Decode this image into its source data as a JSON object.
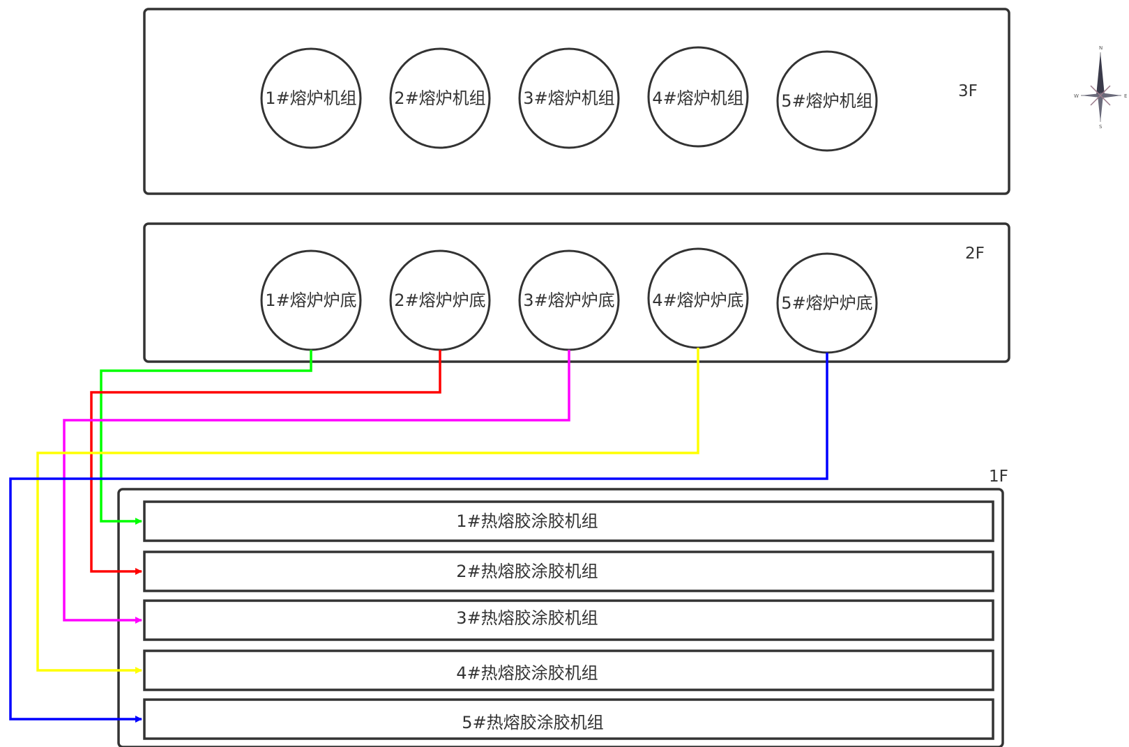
{
  "floors": {
    "f3": {
      "label": "3F",
      "units": [
        "1#熔炉机组",
        "2#熔炉机组",
        "3#熔炉机组",
        "4#熔炉机组",
        "5#熔炉机组"
      ]
    },
    "f2": {
      "label": "2F",
      "units": [
        "1#熔炉炉底",
        "2#熔炉炉底",
        "3#熔炉炉底",
        "4#熔炉炉底",
        "5#熔炉炉底"
      ]
    },
    "f1": {
      "label": "1F",
      "units": [
        "1#热熔胶涂胶机组",
        "2#热熔胶涂胶机组",
        "3#热熔胶涂胶机组",
        "4#热熔胶涂胶机组",
        "5#热熔胶涂胶机组"
      ]
    }
  },
  "connections": [
    {
      "from": "1#熔炉炉底",
      "to": "1#热熔胶涂胶机组",
      "color": "#00ff00"
    },
    {
      "from": "2#熔炉炉底",
      "to": "2#热熔胶涂胶机组",
      "color": "#ff0000"
    },
    {
      "from": "3#熔炉炉底",
      "to": "3#热熔胶涂胶机组",
      "color": "#ff00ff"
    },
    {
      "from": "4#熔炉炉底",
      "to": "4#热熔胶涂胶机组",
      "color": "#ffff00"
    },
    {
      "from": "5#熔炉炉底",
      "to": "5#热熔胶涂胶机组",
      "color": "#0000ff"
    }
  ],
  "compass": {
    "n": "N",
    "s": "S",
    "e": "E",
    "w": "W"
  }
}
